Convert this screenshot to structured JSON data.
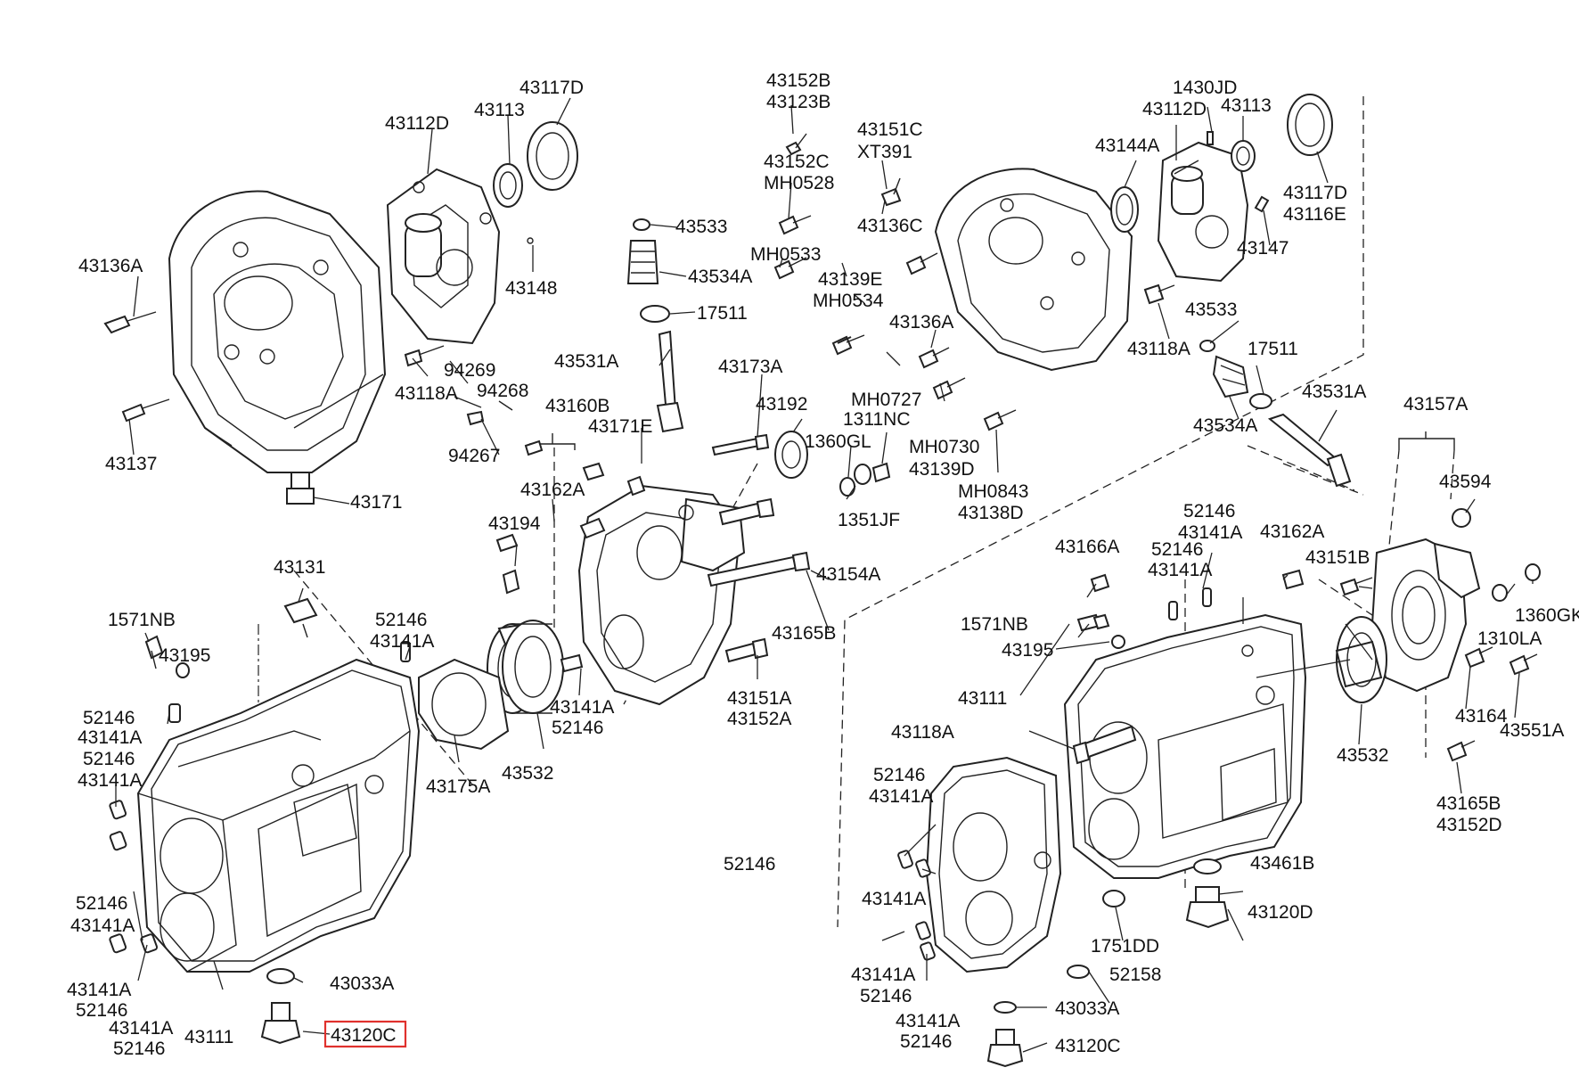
{
  "highlight": {
    "part": "43120C",
    "color": "#e0312d"
  },
  "labels": {
    "l_43136A_a": "43136A",
    "l_43137": "43137",
    "l_43112D_a": "43112D",
    "l_43113_a": "43113",
    "l_43117D_a": "43117D",
    "l_43148": "43148",
    "l_43118A_a": "43118A",
    "l_94269": "94269",
    "l_94268": "94268",
    "l_94267": "94267",
    "l_43171": "43171",
    "l_43152B": "43152B",
    "l_43123B": "43123B",
    "l_43152C": "43152C",
    "l_MH0528": "MH0528",
    "l_43533_a": "43533",
    "l_43534A_a": "43534A",
    "l_MH0533": "MH0533",
    "l_17511_a": "17511",
    "l_43151C": "43151C",
    "l_XT391": "XT391",
    "l_43136C": "43136C",
    "l_43139E": "43139E",
    "l_MH0534": "MH0534",
    "l_43136A_b": "43136A",
    "l_MH0727": "MH0727",
    "l_MH0730": "MH0730",
    "l_43139D": "43139D",
    "l_MH0843": "MH0843",
    "l_43138D": "43138D",
    "l_43531A_a": "43531A",
    "l_43173A": "43173A",
    "l_43160B": "43160B",
    "l_43171E": "43171E",
    "l_43192": "43192",
    "l_1311NC": "1311NC",
    "l_1360GL": "1360GL",
    "l_1351JF": "1351JF",
    "l_43162A_a": "43162A",
    "l_43194": "43194",
    "l_43154A": "43154A",
    "l_43165B": "43165B",
    "l_43151A": "43151A",
    "l_43152A": "43152A",
    "l_43141A_c": "43141A",
    "l_52146_c": "52146",
    "l_43532_a": "43532",
    "l_43175A": "43175A",
    "l_43131": "43131",
    "l_1571NB_a": "1571NB",
    "l_43195_a": "43195",
    "l_52146_a1": "52146",
    "l_43141A_a1": "43141A",
    "l_52146_a2": "52146",
    "l_43141A_a2": "43141A",
    "l_52146_a3": "52146",
    "l_43141A_a3": "43141A",
    "l_52146_a4": "52146",
    "l_43141A_a4": "43141A",
    "l_43141A_a5": "43141A",
    "l_52146_a5": "52146",
    "l_43141A_a6": "43141A",
    "l_52146_a6": "52146",
    "l_43111_a": "43111",
    "l_43033A_a": "43033A",
    "l_43120C_a": "43120C",
    "l_1430JD": "1430JD",
    "l_43112D_b": "43112D",
    "l_43113_b": "43113",
    "l_43144A": "43144A",
    "l_43117D_b": "43117D",
    "l_43116E": "43116E",
    "l_43147": "43147",
    "l_43118A_b": "43118A",
    "l_43533_b": "43533",
    "l_17511_b": "17511",
    "l_43534A_b": "43534A",
    "l_43531A_b": "43531A",
    "l_43157A": "43157A",
    "l_43594": "43594",
    "l_52146_b1": "52146",
    "l_43141A_b1": "43141A",
    "l_52146_b2": "52146",
    "l_43141A_b2": "43141A",
    "l_43162A_b": "43162A",
    "l_43151B": "43151B",
    "l_43166A": "43166A",
    "l_1571NB_b": "1571NB",
    "l_43195_b": "43195",
    "l_1360GK": "1360GK",
    "l_1310LA": "1310LA",
    "l_43164": "43164",
    "l_43551A": "43551A",
    "l_43111_b": "43111",
    "l_43118A_c": "43118A",
    "l_43532_b": "43532",
    "l_43165B_b": "43165B",
    "l_43152D": "43152D",
    "l_52146_b3": "52146",
    "l_43141A_b3": "43141A",
    "l_52146_mid": "52146",
    "l_43461B": "43461B",
    "l_43141A_b4": "43141A",
    "l_43120D": "43120D",
    "l_1751DD": "1751DD",
    "l_43141A_b5": "43141A",
    "l_52146_b5": "52146",
    "l_52158": "52158",
    "l_43141A_b6": "43141A",
    "l_52146_b6": "52146",
    "l_43033A_b": "43033A",
    "l_43120C_b": "43120C"
  }
}
